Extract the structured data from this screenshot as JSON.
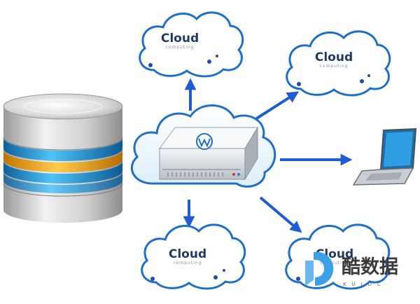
{
  "clouds": [
    {
      "id": "top-left",
      "title": "Cloud",
      "subtitle": "computing"
    },
    {
      "id": "top-right",
      "title": "Cloud",
      "subtitle": "computing"
    },
    {
      "id": "bottom-left",
      "title": "Cloud",
      "subtitle": "computing"
    },
    {
      "id": "bottom-right",
      "title": "Cloud",
      "subtitle": "computing"
    }
  ],
  "watermark": {
    "chinese": "酷数据",
    "latin": "KUIDC"
  },
  "colors": {
    "arrow": "#1e5bd6",
    "cloud_outline": "#1e6fc9",
    "cloud_fill": "#ffffff",
    "database_metal": "#c8c8c8",
    "database_blue_band": "#1a8fd1",
    "database_orange_band": "#f2a100",
    "server": "#e8ebee",
    "logo_blue": "#1f6fd0"
  },
  "icons": {
    "database": "database-icon",
    "server": "server-icon",
    "laptop": "laptop-icon",
    "watermark_logo": "kuidc-logo-icon"
  }
}
